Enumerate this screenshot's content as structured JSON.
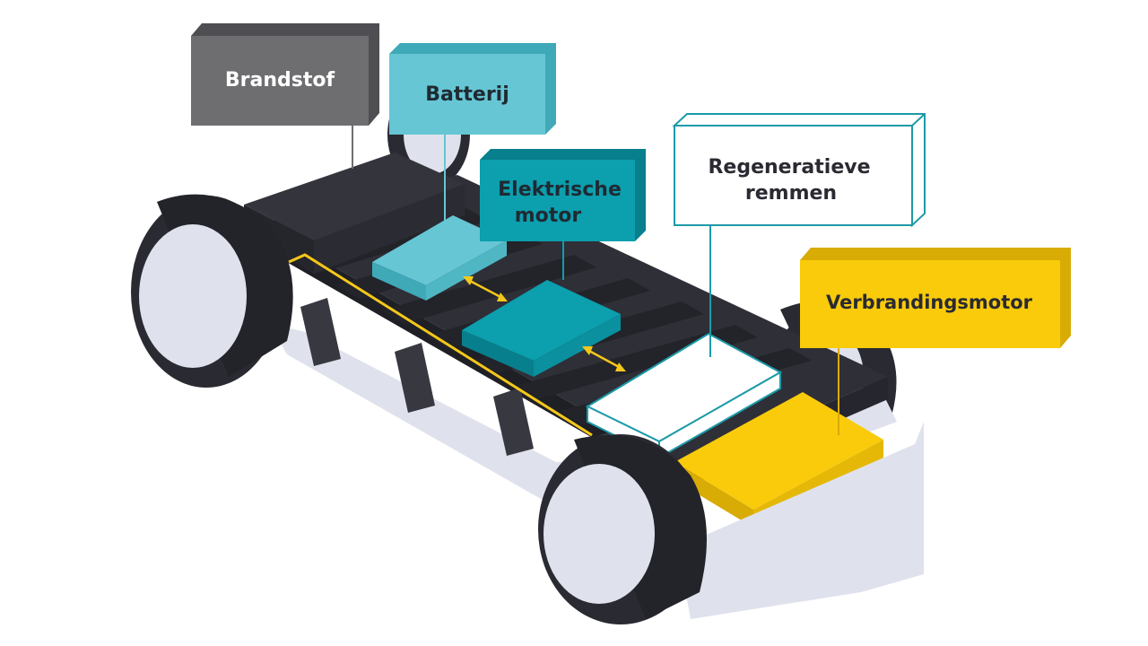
{
  "labels": {
    "fuel": "Brandstof",
    "battery": "Batterij",
    "electric_motor_line1": "Elektrische",
    "electric_motor_line2": "motor",
    "regen_line1": "Regeneratieve",
    "regen_line2": "remmen",
    "combustion": "Verbrandingsmotor"
  },
  "colors": {
    "chassis_dark": "#2f2f37",
    "chassis_mid": "#23232a",
    "fuel_label": "#6e6e70",
    "battery": "#66c6d4",
    "electric_motor": "#0c9fae",
    "regen_outline": "#1d9aa8",
    "combustion": "#f9cb0a",
    "connector_arrow": "#f4c81a",
    "rim": "#dfe2ec"
  }
}
